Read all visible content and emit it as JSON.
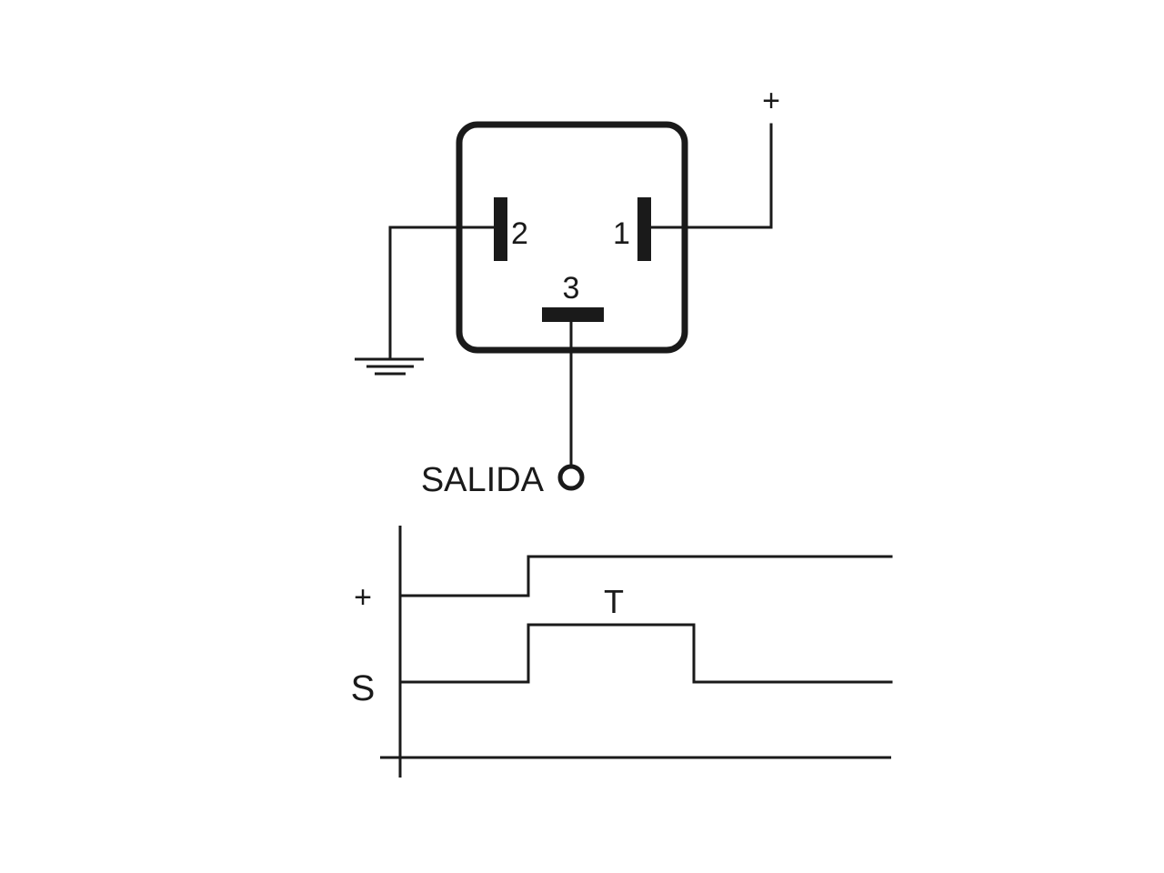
{
  "schematic": {
    "pin_labels": {
      "pin1": "1",
      "pin2": "2",
      "pin3": "3"
    },
    "supply_label": "+",
    "output_label": "SALIDA"
  },
  "timing": {
    "row_labels": {
      "supply": "+",
      "output": "S"
    },
    "pulse_label": "T"
  },
  "colors": {
    "ink": "#1a1a1a",
    "background": "#ffffff"
  },
  "icons": {
    "ground": "ground-icon",
    "output_terminal": "terminal-circle-icon"
  }
}
